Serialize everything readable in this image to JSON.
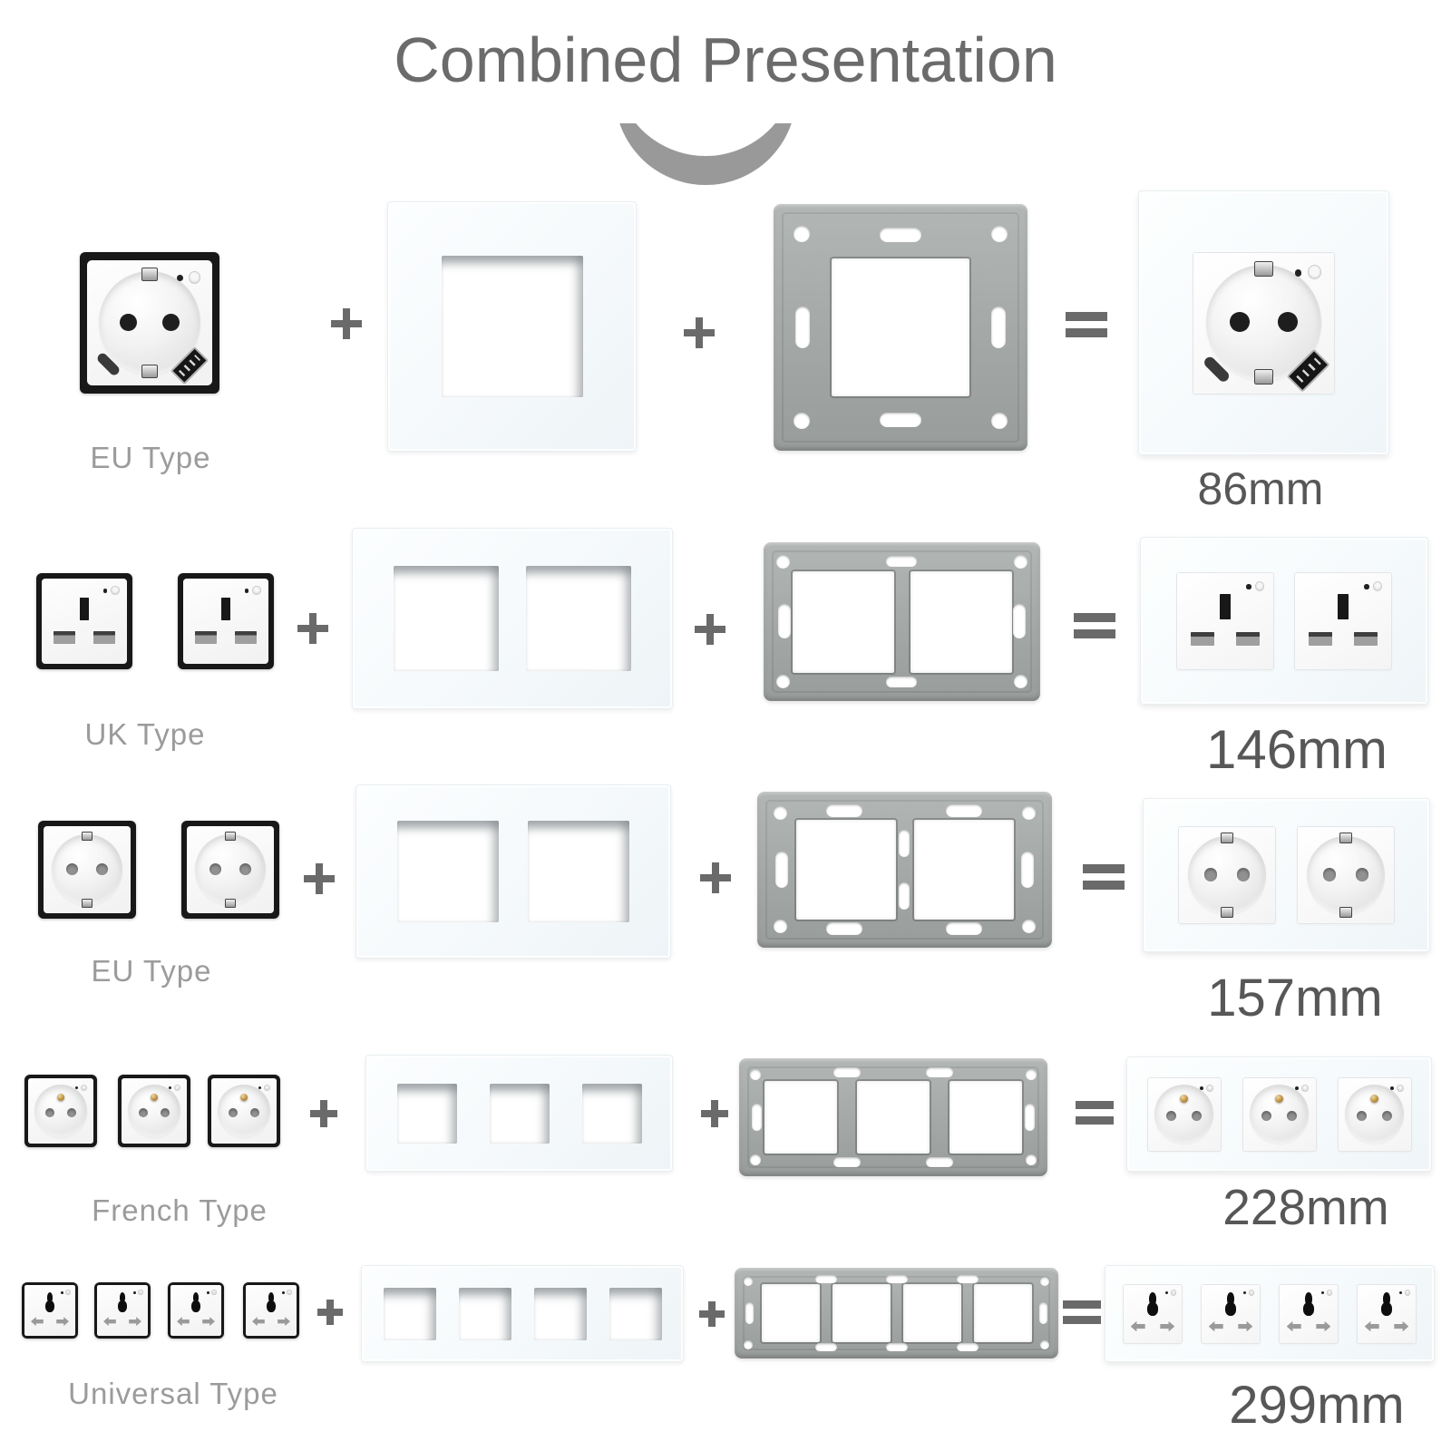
{
  "title": "Combined Presentation",
  "divider_icon": "down-arc-icon",
  "symbols": {
    "plus": "+",
    "equals": "="
  },
  "rows": [
    {
      "type_label": "EU Type",
      "socket_type": "eu-usb",
      "module_count": 1,
      "result_socket_count": 1,
      "dimension": "86mm"
    },
    {
      "type_label": "UK Type",
      "socket_type": "uk",
      "module_count": 2,
      "result_socket_count": 2,
      "dimension": "146mm"
    },
    {
      "type_label": "EU Type",
      "socket_type": "eu",
      "module_count": 2,
      "result_socket_count": 2,
      "dimension": "157mm"
    },
    {
      "type_label": "French Type",
      "socket_type": "french",
      "module_count": 3,
      "result_socket_count": 3,
      "dimension": "228mm"
    },
    {
      "type_label": "Universal Type",
      "socket_type": "universal",
      "module_count": 4,
      "result_socket_count": 4,
      "dimension": "299mm"
    }
  ],
  "colors": {
    "title": "#6b6b6b",
    "type_label": "#9b9b9b",
    "dimension": "#575757",
    "operator": "#6a6a6a",
    "module_frame": "#181818",
    "metal_frame": "#a8acab",
    "brass_pin": "#bf9242"
  }
}
